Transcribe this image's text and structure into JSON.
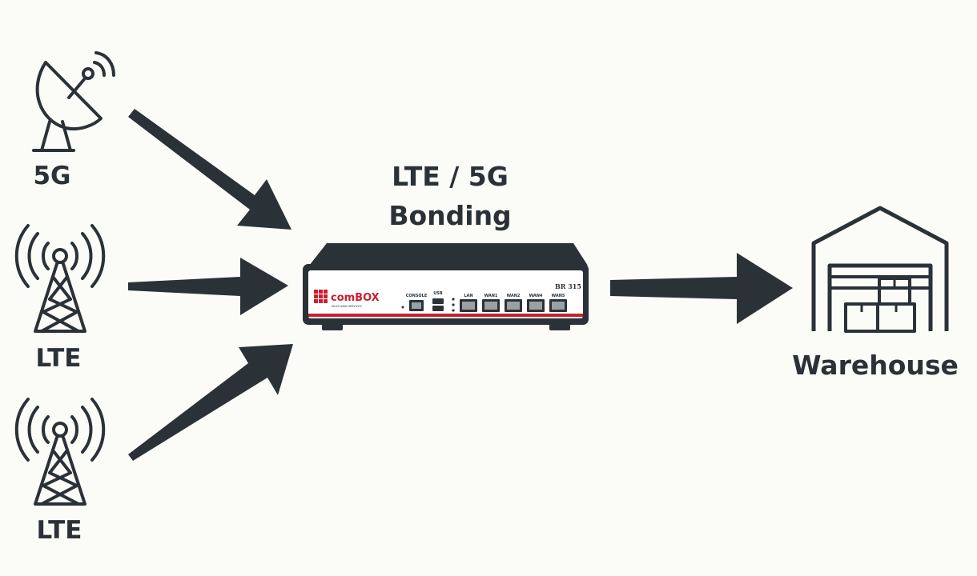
{
  "nodes": {
    "source_1": {
      "label": "5G",
      "icon": "satellite-dish-icon"
    },
    "source_2": {
      "label": "LTE",
      "icon": "cell-tower-icon"
    },
    "source_3": {
      "label": "LTE",
      "icon": "cell-tower-icon"
    },
    "router": {
      "title_line1": "LTE / 5G",
      "title_line2": "Bonding",
      "brand": "comBOX",
      "brand_tagline": "MULTI-WAN SERVICES",
      "model": "BR 315",
      "ports": [
        "CONSOLE",
        "USB",
        "LAN",
        "WAN1",
        "WAN2",
        "WAN4",
        "WAN5"
      ]
    },
    "destination": {
      "label": "Warehouse",
      "icon": "warehouse-icon"
    }
  },
  "edges": [
    {
      "from": "source_1",
      "to": "router"
    },
    {
      "from": "source_2",
      "to": "router"
    },
    {
      "from": "source_3",
      "to": "router"
    },
    {
      "from": "router",
      "to": "destination"
    }
  ],
  "colors": {
    "ink": "#2b3237",
    "accent": "#c8202f",
    "background": "#fbfbf8"
  }
}
